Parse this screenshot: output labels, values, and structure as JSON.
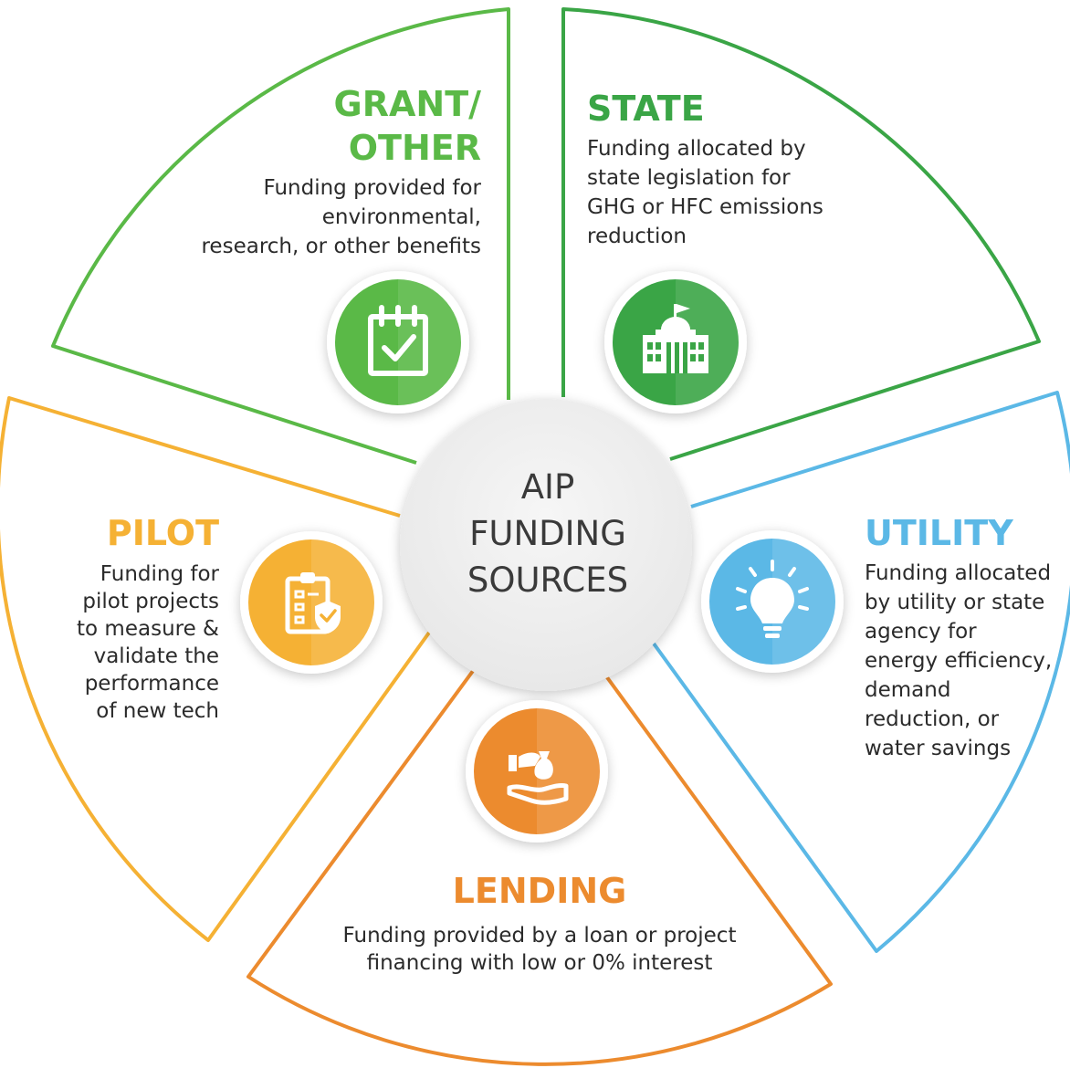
{
  "center": {
    "lines": [
      "AIP",
      "FUNDING",
      "SOURCES"
    ]
  },
  "colors": {
    "grant": "#5ab947",
    "state": "#3aa546",
    "utility": "#5bb8e6",
    "lending": "#ec8b2e",
    "pilot": "#f5b134",
    "text": "#2b2b2b"
  },
  "segments": {
    "grant": {
      "title_line1": "GRANT/",
      "title_line2": "OTHER",
      "description": "Funding provided for\nenvironmental,\nresearch, or other benefits",
      "icon": "checklist-calendar-icon"
    },
    "state": {
      "title": "STATE",
      "description": "Funding allocated by\nstate legislation for\nGHG or HFC emissions\nreduction",
      "icon": "government-building-icon"
    },
    "utility": {
      "title": "UTILITY",
      "description": "Funding allocated\nby utility or state\nagency for\nenergy efficiency,\ndemand\nreduction, or\nwater savings",
      "icon": "light-bulb-icon"
    },
    "lending": {
      "title": "LENDING",
      "description": "Funding provided by a loan or project\nfinancing with low or 0% interest",
      "icon": "hand-money-bag-icon"
    },
    "pilot": {
      "title": "PILOT",
      "description": "Funding for\npilot projects\nto measure &\nvalidate the\nperformance\nof new tech",
      "icon": "clipboard-shield-icon"
    }
  }
}
